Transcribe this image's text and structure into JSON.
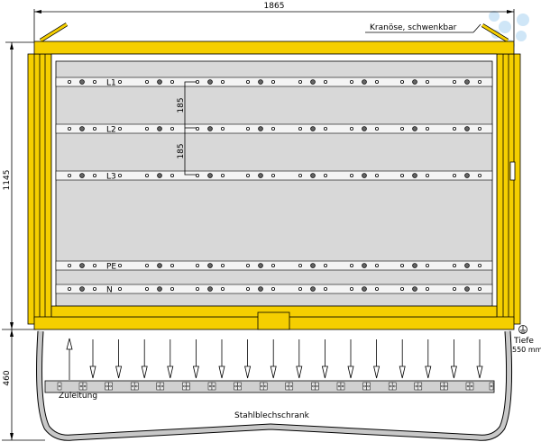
{
  "dimensions": {
    "width": "1865",
    "height_upper": "1145",
    "height_lower": "460",
    "rail_spacing_1": "185",
    "rail_spacing_2": "185"
  },
  "annotations": {
    "crane_eye": "Kranöse, schwenkbar",
    "depth_label": "Tiefe",
    "depth_value": "550 mm",
    "feed": "Zuleitung",
    "cabinet": "Stahlblechschrank"
  },
  "rails": [
    {
      "label": "L1"
    },
    {
      "label": "L2"
    },
    {
      "label": "L3"
    },
    {
      "label": "PE"
    },
    {
      "label": "N"
    }
  ],
  "outlets": {
    "incoming_count": 1,
    "outgoing_count": 16
  },
  "colors": {
    "frame": "#f5cf00",
    "panel": "#d8d8d8",
    "rail": "#f4f4f4",
    "cabinet_outline": "#c8c8c8"
  }
}
